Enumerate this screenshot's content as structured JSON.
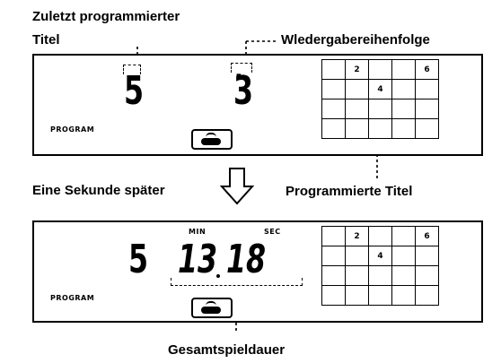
{
  "labels": {
    "last_programmed": "Zuletzt programmierter",
    "last_programmed_2": "Titel",
    "playback_order": "Wledergabereihenfolge",
    "one_second_later": "Eine Sekunde später",
    "programmed_tracks": "Programmierte Titel",
    "total_time": "Gesamtspieldauer"
  },
  "panel_top": {
    "track_digit": "5",
    "order_digit": "3",
    "program_text": "PROGRAM",
    "grid_marks": [
      "2",
      "6",
      "4"
    ]
  },
  "panel_bottom": {
    "track_digit": "5",
    "time_min": "13",
    "time_sec": "18",
    "min_label": "MIN",
    "sec_label": "SEC",
    "program_text": "PROGRAM",
    "grid_marks": [
      "2",
      "6",
      "4"
    ]
  }
}
